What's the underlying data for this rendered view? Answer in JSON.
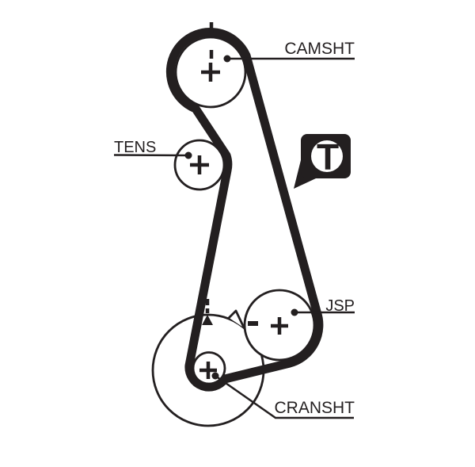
{
  "diagram": {
    "kind": "timing-belt-routing-diagram",
    "labels": {
      "camshaft": "CAMSHT",
      "tensioner": "TENS",
      "jockey_pulley": "JSP",
      "crankshaft": "CRANSHT"
    },
    "badge": {
      "letter": "T"
    },
    "icons": {
      "pulley_center_mark": "+",
      "jsp_alignment_mark": "-",
      "crankshaft_alignment_mark": "▲",
      "timing_mark": "¦"
    },
    "colors": {
      "line": "#231f20",
      "background": "#ffffff"
    }
  }
}
